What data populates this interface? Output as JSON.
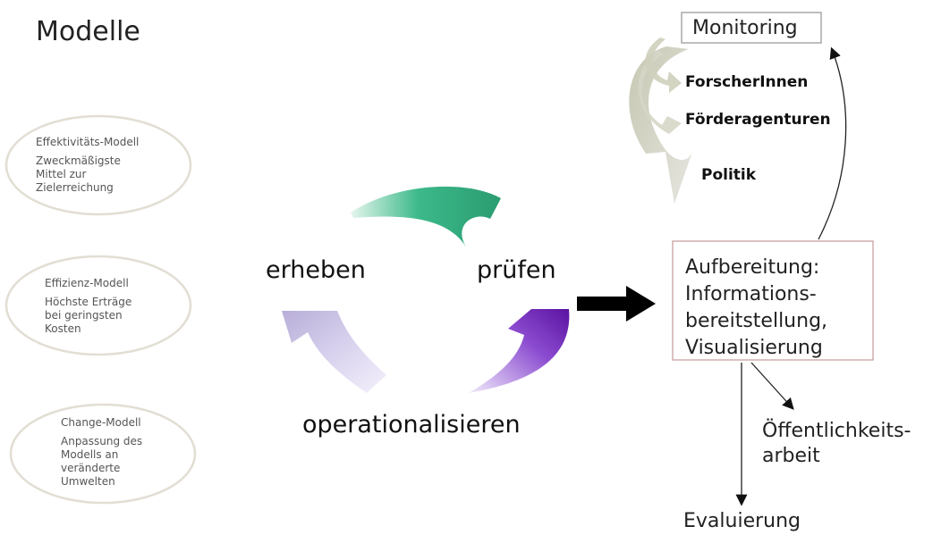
{
  "title": "Modelle",
  "models": [
    {
      "name": "Effektivitäts-Modell",
      "lines": [
        "Zweckmäßigste",
        "Mittel zur",
        "Zielerreichung"
      ]
    },
    {
      "name": "Effizienz-Modell",
      "lines": [
        "Höchste Erträge",
        "bei geringsten",
        "Kosten"
      ]
    },
    {
      "name": "Change-Modell",
      "lines": [
        "Anpassung des",
        "Modells an",
        "veränderte",
        "Umwelten"
      ]
    }
  ],
  "cycle": {
    "erheben": "erheben",
    "pruefen": "prüfen",
    "operationalisieren": "operationalisieren"
  },
  "processing": {
    "lines": [
      "Aufbereitung:",
      "Informations-",
      "bereitstellung,",
      "Visualisierung"
    ]
  },
  "monitoring": "Monitoring",
  "audiences": [
    "ForscherInnen",
    "Förderagenturen",
    "Politik"
  ],
  "outputs": {
    "public_lines": [
      "Öffentlichkeits-",
      "arbeit"
    ],
    "evaluation": "Evaluierung"
  },
  "colors": {
    "green_arrow": "#3cb98a",
    "purple_arrow": "#6a1fb0",
    "lavender_arrow": "#c9c0e4",
    "gray_arrow": "#c9cab8",
    "ellipse_stroke": "#e2ded4",
    "box_stroke": "#c8a0a0"
  }
}
